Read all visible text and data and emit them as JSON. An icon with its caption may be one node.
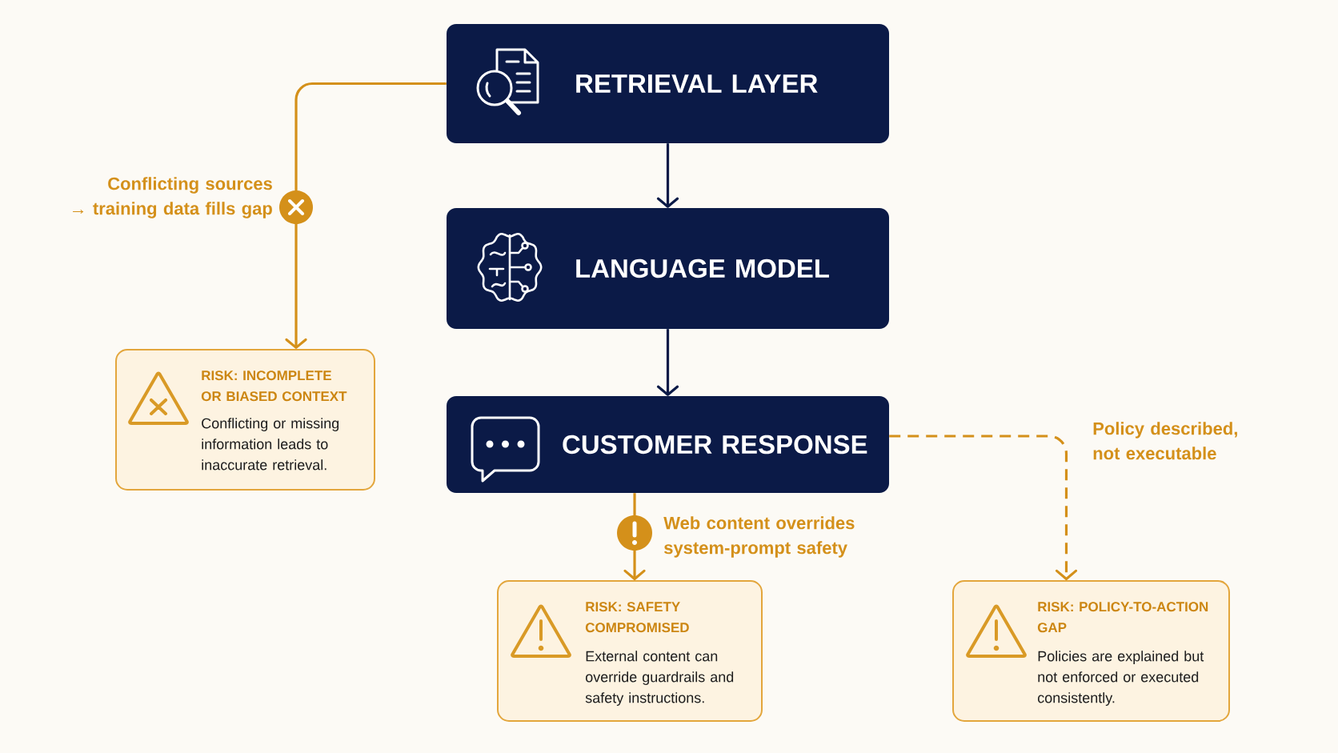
{
  "diagram": {
    "nodes": [
      {
        "text": [
          "RETRIEVAL LAYER"
        ]
      },
      {
        "text": [
          "LANGUAGE MODEL"
        ]
      },
      {
        "text": [
          "CUSTOMER RESPONSE"
        ]
      },
      {
        "text": [
          "RISK: INCOMPLETE OR BIASED CONTEXT",
          "Conflicting or missing information leads to inaccurate retrieval."
        ]
      },
      {
        "text": [
          "RISK: SAFETY COMPROMISED",
          "External content can override guardrails and safety instructions."
        ]
      },
      {
        "text": [
          "RISK: POLICY-TO-ACTION GAP",
          "Policies are explained but not enforced or executed consistently."
        ]
      }
    ],
    "edges": [
      {
        "from": 0,
        "to": 1,
        "arrow": "to",
        "color": "#0b1a47"
      },
      {
        "from": 1,
        "to": 2,
        "arrow": "to",
        "color": "#0b1a47"
      },
      {
        "from": 0,
        "to": 3,
        "arrow": "to",
        "label": "Conflicting sources → training data fills gap"
      },
      {
        "from": 2,
        "to": 4,
        "arrow": "to",
        "label": "Web content overrides system-prompt safety"
      },
      {
        "from": 2,
        "to": 5,
        "arrow": "to",
        "label": "Policy described, not executable",
        "style": "dashed"
      }
    ]
  }
}
